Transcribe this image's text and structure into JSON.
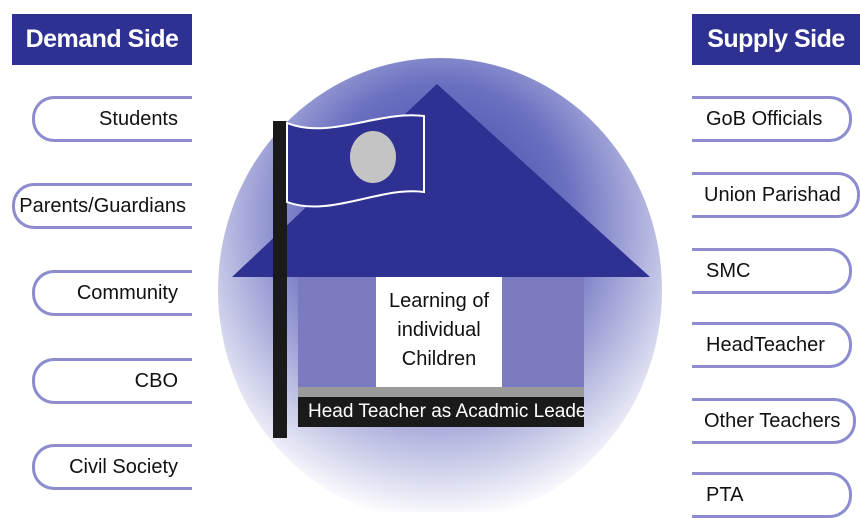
{
  "demand": {
    "title": "Demand Side",
    "items": [
      "Students",
      "Parents/Guardians",
      "Community",
      "CBO",
      "Civil Society"
    ]
  },
  "supply": {
    "title": "Supply Side",
    "items": [
      "GoB Officials",
      "Union  Parishad",
      "SMC",
      "HeadTeacher",
      "Other Teachers",
      "PTA"
    ]
  },
  "center": {
    "line1": "Learning of",
    "line2": "individual",
    "line3": "Children",
    "leader": "Head Teacher as Acadmic Leader"
  },
  "colors": {
    "navy": "#2e3192",
    "pill_border": "#8c8ccf",
    "wall": "#7b7bc2"
  }
}
